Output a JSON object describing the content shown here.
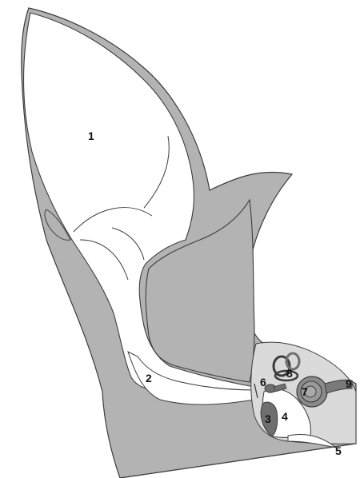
{
  "diagram": {
    "labels": {
      "l1": "1",
      "l2": "2",
      "l3": "3",
      "l4": "4",
      "l5": "5",
      "l6": "6",
      "l7": "7",
      "l8": "8",
      "l9": "9"
    },
    "colors": {
      "tissue": "#b3b3b3",
      "light_tissue": "#dadada",
      "outline": "#3c3c3c",
      "dark": "#6f6f6f",
      "background": "#ffffff"
    }
  }
}
